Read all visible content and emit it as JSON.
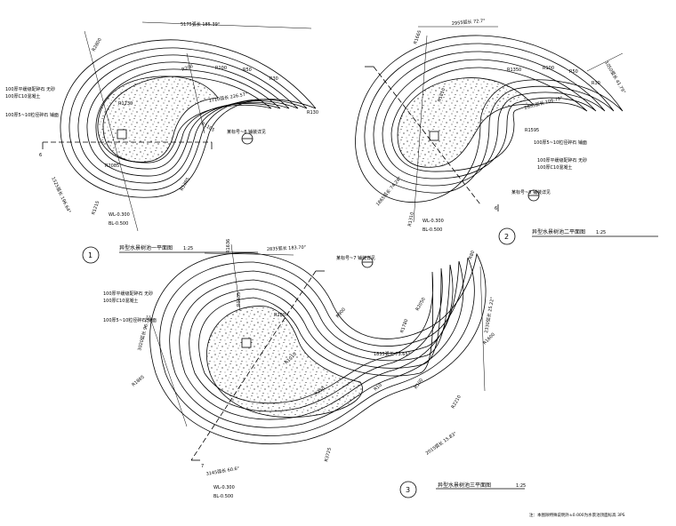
{
  "plans": [
    {
      "title": "异型水景树池一平面图",
      "scale": "1:25",
      "number": "1",
      "dims": [
        "5175弧长 185.39°",
        "R2800",
        "R200",
        "R100",
        "R50",
        "R30",
        "R130",
        "R1105",
        "R1385",
        "R1215",
        "R1230",
        "R2085",
        "1710弧长 226.57°",
        "1525弧长 196.64°"
      ],
      "notes": [
        "100厚平缓级配碎石  无砂",
        "100厚C10混凝土",
        "100厚5~10粒径碎石  铺面",
        "WL-0.300",
        "BL-0.500",
        "某标号~8 铺装详见",
        "6"
      ]
    },
    {
      "title": "异型水景树池二平面图",
      "scale": "1:25",
      "number": "2",
      "dims": [
        "2955弧长 72.7°",
        "R1665",
        "R1350",
        "R100",
        "R50",
        "R30",
        "R1595",
        "R1810",
        "R1310",
        "2655弧长 106.79°",
        "1050弧长 41.79°",
        "1865弧长 74.24°"
      ],
      "notes": [
        "100厚5~10粒径碎石  铺面",
        "100厚平缓级配碎石  无砂",
        "100厚C10混凝土",
        "WL-0.300",
        "BL-0.500",
        "某标号~8 铺装详见",
        "6"
      ]
    },
    {
      "title": "异型水景树池三平面图",
      "scale": "1:25",
      "number": "3",
      "dims": [
        "2835弧长 183.70°",
        "R1636",
        "R1635",
        "R200",
        "R900",
        "R2050",
        "R1780",
        "R80",
        "R100",
        "R1600",
        "R2210",
        "R1865",
        "R1010",
        "R250",
        "R3725",
        "R10",
        "1835弧长 73.65°",
        "3020弧长 96.76°",
        "3145弧长 60.6°",
        "2015弧长 15.83°",
        "2330弧长 25.22°"
      ],
      "notes": [
        "100厚平缓级配碎石  无砂",
        "100厚C10混凝土",
        "100厚5~10粒径碎石  铺面",
        "WL-0.300",
        "BL-0.500",
        "某标号~7 铺装详见",
        "7"
      ]
    }
  ],
  "footnote": "注：本图除特殊说明外±0.000为水景池顶面标高 3PS"
}
